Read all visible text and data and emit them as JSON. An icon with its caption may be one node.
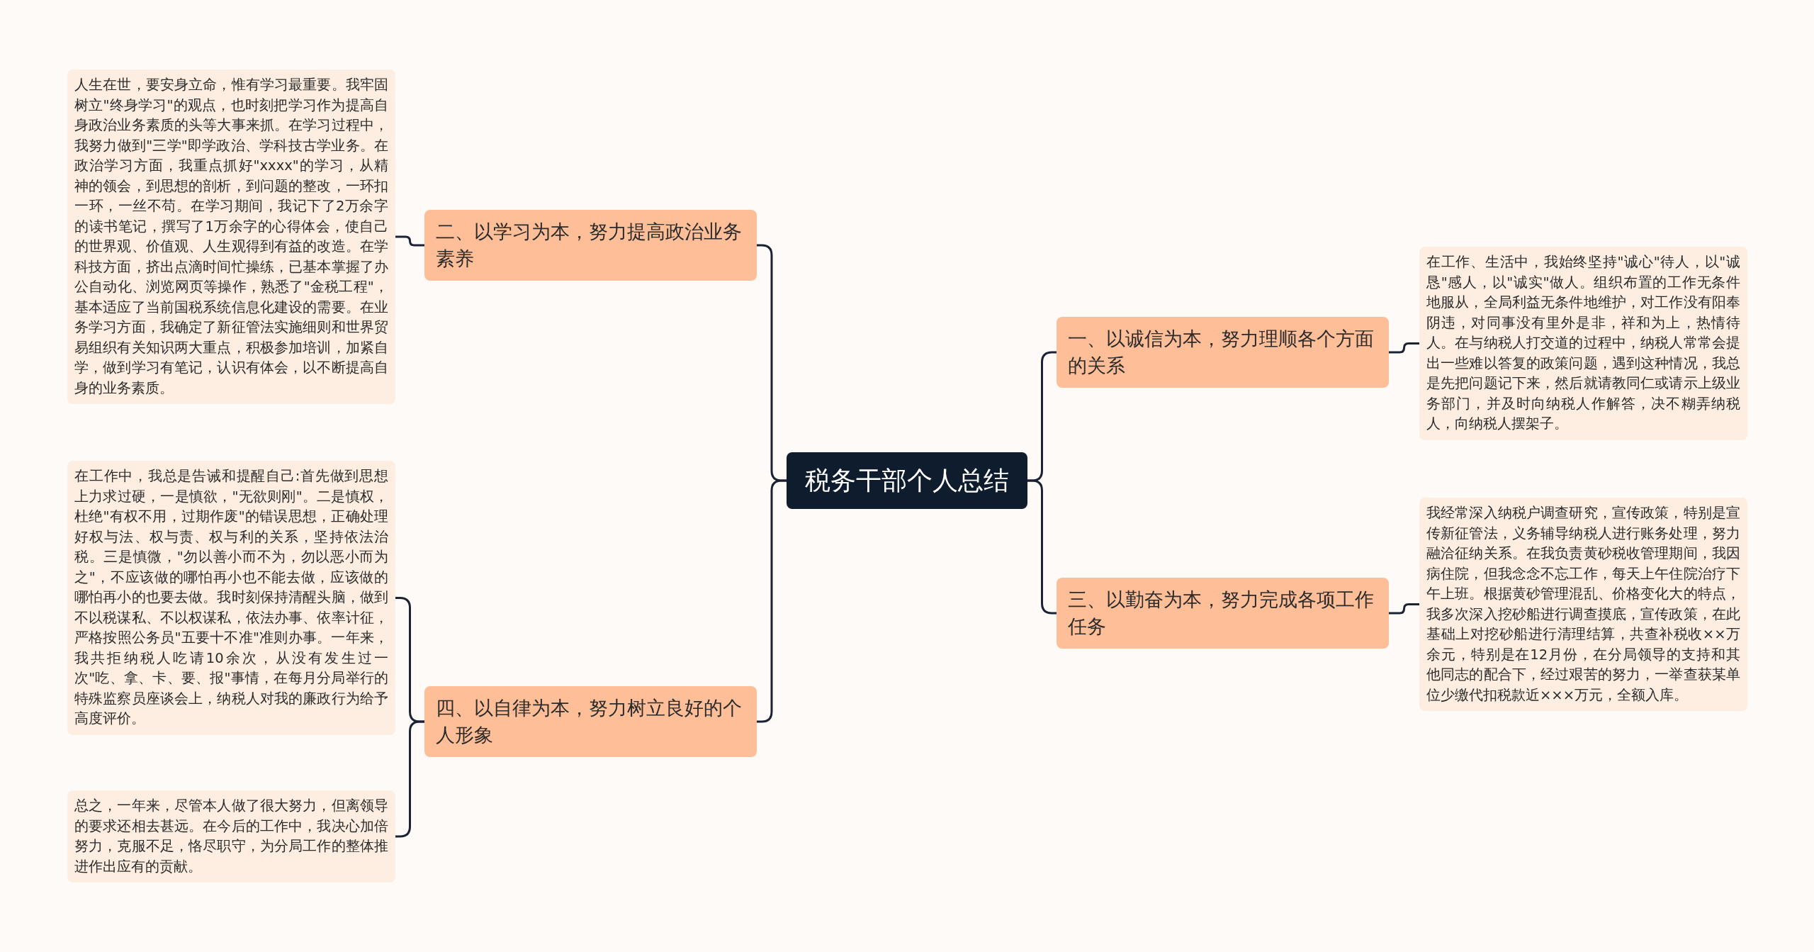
{
  "diagram": {
    "nodes": [
      {
        "text": [
          "税务干部个人总结"
        ]
      },
      {
        "text": [
          "二、以学习为本，努力提高政治业务素养"
        ]
      },
      {
        "text": [
          "人生在世，要安身立命，惟有学习最重要。我牢固树立\"终身学习\"的观点，也时刻把学习作为提高自身政治业务素质的头等大事来抓。在学习过程中，我努力做到\"三学\"即学政治、学科技古学业务。在政治学习方面，我重点抓好\"xxxx\"的学习，从精神的领会，到思想的剖析，到问题的整改，一环扣一环，一丝不苟。在学习期间，我记下了2万余字的读书笔记，撰写了1万余字的心得体会，使自己的世界观、价值观、人生观得到有益的改造。在学科技方面，挤出点滴时间忙操练，已基本掌握了办公自动化、浏览网页等操作，熟悉了\"金税工程\"，基本适应了当前国税系统信息化建设的需要。在业务学习方面，我确定了新征管法实施细则和世界贸易组织有关知识两大重点，积极参加培训，加紧自学，做到学习有笔记，认识有体会，以不断提高自身的业务素质。"
        ]
      },
      {
        "text": [
          "一、以诚信为本，努力理顺各个方面的关系"
        ]
      },
      {
        "text": [
          "在工作、生活中，我始终坚持\"诚心\"待人，以\"诚恳\"感人，以\"诚实\"做人。组织布置的工作无条件地服从，全局利益无条件地维护，对工作没有阳奉阴违，对同事没有里外是非，祥和为上，热情待人。在与纳税人打交道的过程中，纳税人常常会提出一些难以答复的政策问题，遇到这种情况，我总是先把问题记下来，然后就请教同仁或请示上级业务部门，并及时向纳税人作解答，决不糊弄纳税人，向纳税人摆架子。"
        ]
      },
      {
        "text": [
          "三、以勤奋为本，努力完成各项工作任务"
        ]
      },
      {
        "text": [
          "我经常深入纳税户调查研究，宣传政策，特别是宣传新征管法，义务辅导纳税人进行账务处理，努力融洽征纳关系。在我负责黄砂税收管理期间，我因病住院，但我念念不忘工作，每天上午住院治疗下午上班。根据黄砂管理混乱、价格变化大的特点，我多次深入挖砂船进行调查摸底，宣传政策，在此基础上对挖砂船进行清理结算，共查补税收××万余元，特别是在12月份，在分局领导的支持和其他同志的配合下，经过艰苦的努力，一举查获某单位少缴代扣税款近×××万元，全额入库。"
        ]
      },
      {
        "text": [
          "四、以自律为本，努力树立良好的个人形象"
        ]
      },
      {
        "text": [
          "在工作中，我总是告诫和提醒自己:首先做到思想上力求过硬，一是慎欲，\"无欲则刚\"。二是慎权，杜绝\"有权不用，过期作废\"的错误思想，正确处理好权与法、权与责、权与利的关系，坚持依法治税。三是慎微，\"勿以善小而不为，勿以恶小而为之\"，不应该做的哪怕再小也不能去做，应该做的哪怕再小的也要去做。我时刻保持清醒头脑，做到不以税谋私、不以权谋私，依法办事、依率计征，严格按照公务员\"五要十不准\"准则办事。一年来，我共拒纳税人吃请10余次，从没有发生过一次\"吃、拿、卡、要、报\"事情，在每月分局举行的特殊监察员座谈会上，纳税人对我的廉政行为给予高度评价。"
        ]
      },
      {
        "text": [
          "总之，一年来，尽管本人做了很大努力，但离领导的要求还相去甚远。在今后的工作中，我决心加倍努力，克服不足，恪尽职守，为分局工作的整体推进作出应有的贡献。"
        ]
      }
    ],
    "edges": [
      {
        "from": 0,
        "to": 1,
        "arrow": "none"
      },
      {
        "from": 1,
        "to": 2,
        "arrow": "none"
      },
      {
        "from": 0,
        "to": 3,
        "arrow": "none"
      },
      {
        "from": 3,
        "to": 4,
        "arrow": "none"
      },
      {
        "from": 0,
        "to": 5,
        "arrow": "none"
      },
      {
        "from": 5,
        "to": 6,
        "arrow": "none"
      },
      {
        "from": 0,
        "to": 7,
        "arrow": "none"
      },
      {
        "from": 7,
        "to": 8,
        "arrow": "none"
      },
      {
        "from": 7,
        "to": 9,
        "arrow": "none"
      }
    ]
  }
}
